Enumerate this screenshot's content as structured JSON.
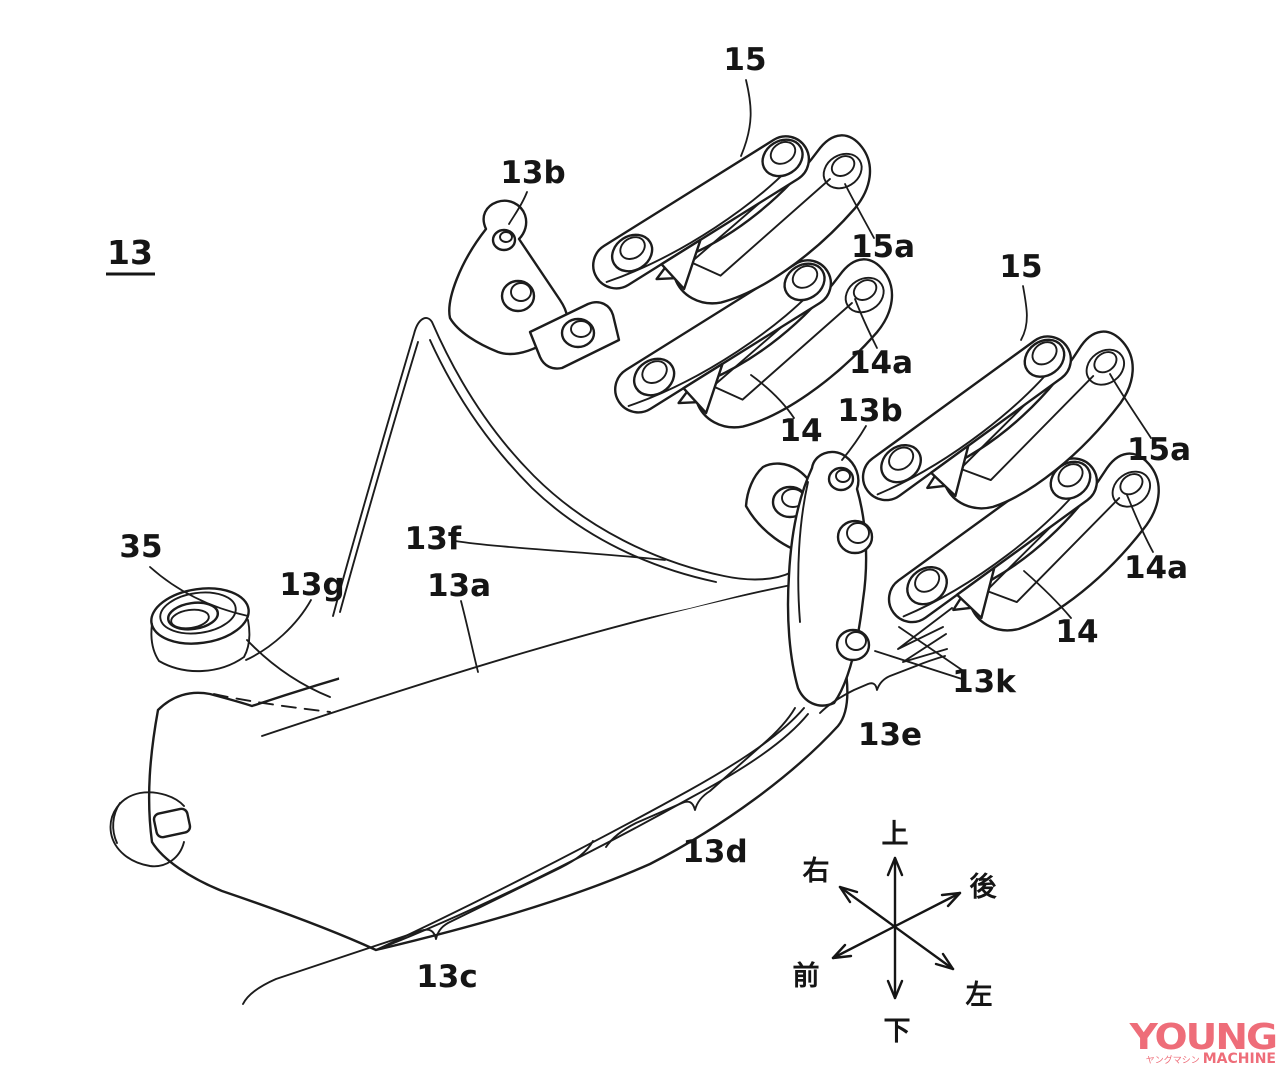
{
  "figure": {
    "description": "Patent line drawing of a motorcycle swingarm with stacked winglet assemblies",
    "labels": [
      {
        "id": "13",
        "text": "13",
        "underlined": true
      },
      {
        "id": "13b-front",
        "text": "13b"
      },
      {
        "id": "15-top",
        "text": "15"
      },
      {
        "id": "15a-top",
        "text": "15a"
      },
      {
        "id": "14a-top",
        "text": "14a"
      },
      {
        "id": "14-top",
        "text": "14"
      },
      {
        "id": "13b-rear",
        "text": "13b"
      },
      {
        "id": "15-right",
        "text": "15"
      },
      {
        "id": "15a-right",
        "text": "15a"
      },
      {
        "id": "14a-right",
        "text": "14a"
      },
      {
        "id": "14-right",
        "text": "14"
      },
      {
        "id": "35",
        "text": "35"
      },
      {
        "id": "13g",
        "text": "13g"
      },
      {
        "id": "13f",
        "text": "13f"
      },
      {
        "id": "13a",
        "text": "13a"
      },
      {
        "id": "13k",
        "text": "13k"
      },
      {
        "id": "13e",
        "text": "13e"
      },
      {
        "id": "13d",
        "text": "13d"
      },
      {
        "id": "13c",
        "text": "13c"
      }
    ]
  },
  "compass": {
    "up": "上",
    "down": "下",
    "right": "右",
    "left": "左",
    "front": "前",
    "rear": "後"
  },
  "logo": {
    "title": "YOUNG",
    "subtitle_kana": "ヤングマシン",
    "subtitle": "MACHINE",
    "color": "#ee6d79"
  },
  "colors": {
    "line": "#1c1c1c",
    "background": "#ffffff"
  }
}
